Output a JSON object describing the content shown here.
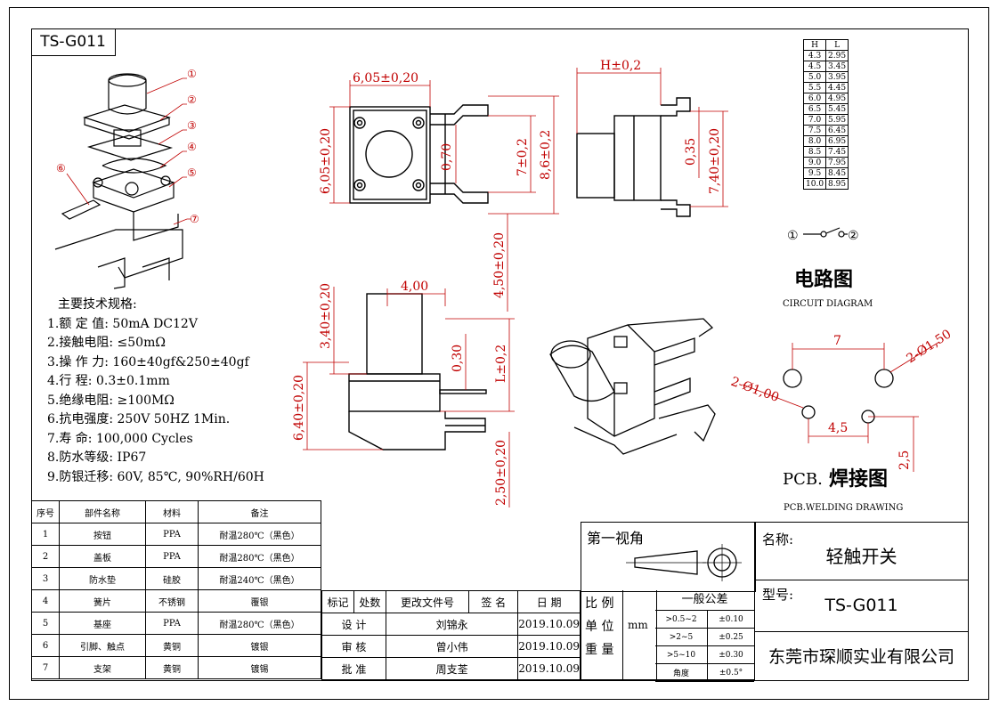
{
  "model_tag": "TS-G011",
  "parts_callouts": [
    "①",
    "②",
    "③",
    "④",
    "⑤",
    "⑥",
    "⑦"
  ],
  "dimensions": {
    "top": [
      "6,05±0,20",
      "6,05±0,20",
      "0,70",
      "7±0,2",
      "8,6±0,2",
      "4,50±0,20"
    ],
    "side": [
      "H±0,2",
      "0,35",
      "7,40±0,20"
    ],
    "front": [
      "4,00",
      "3,40±0,20",
      "0,30",
      "L±0,2",
      "6,40±0,20",
      "2,50±0,20"
    ]
  },
  "hl_table": {
    "headers": [
      "H",
      "L"
    ],
    "rows": [
      [
        "4.3",
        "2.95"
      ],
      [
        "4.5",
        "3.45"
      ],
      [
        "5.0",
        "3.95"
      ],
      [
        "5.5",
        "4.45"
      ],
      [
        "6.0",
        "4.95"
      ],
      [
        "6.5",
        "5.45"
      ],
      [
        "7.0",
        "5.95"
      ],
      [
        "7.5",
        "6.45"
      ],
      [
        "8.0",
        "6.95"
      ],
      [
        "8.5",
        "7.45"
      ],
      [
        "9.0",
        "7.95"
      ],
      [
        "9.5",
        "8.45"
      ],
      [
        "10.0",
        "8.95"
      ]
    ]
  },
  "circuit": {
    "left": "①",
    "right": "②",
    "title": "电路图",
    "subtitle": "CIRCUIT DIAGRAM"
  },
  "pcb": {
    "dim_7": "7",
    "dim_150": "2-Ø1,50",
    "dim_100": "2-Ø1,00",
    "dim_45": "4,5",
    "dim_25": "2,5",
    "title_prefix": "PCB.",
    "title_cn": "焊接图",
    "subtitle": "PCB.WELDING DRAWING"
  },
  "specs": {
    "heading": "主要技术规格:",
    "items": [
      "1.额 定 值: 50mA DC12V",
      "2.接触电阻: ≤50mΩ",
      "3.操 作 力: 160±40gf&250±40gf",
      "4.行    程: 0.3±0.1mm",
      "5.绝缘电阻: ≥100MΩ",
      "6.抗电强度: 250V 50HZ 1Min.",
      "7.寿    命: 100,000 Cycles",
      "8.防水等级: IP67",
      "9.防银迁移: 60V, 85℃, 90%RH/60H"
    ]
  },
  "parts_table": {
    "headers": [
      "序号",
      "部件名称",
      "材料",
      "备注"
    ],
    "rows": [
      [
        "1",
        "按钮",
        "PPA",
        "耐温280℃（黑色）"
      ],
      [
        "2",
        "盖板",
        "PPA",
        "耐温280℃（黑色）"
      ],
      [
        "3",
        "防水垫",
        "硅胶",
        "耐温240℃（黑色）"
      ],
      [
        "4",
        "簧片",
        "不锈钢",
        "覆银"
      ],
      [
        "5",
        "基座",
        "PPA",
        "耐温280℃（黑色）"
      ],
      [
        "6",
        "引脚、触点",
        "黄铜",
        "镀银"
      ],
      [
        "7",
        "支架",
        "黄铜",
        "镀锡"
      ]
    ]
  },
  "revision": {
    "headers": [
      "标记",
      "处数",
      "更改文件号",
      "签 名",
      "日 期"
    ],
    "rows": [
      [
        "设  计",
        "刘锦永",
        "2019.10.09"
      ],
      [
        "审  核",
        "曾小伟",
        "2019.10.09"
      ],
      [
        "批  准",
        "周支荃",
        "2019.10.09"
      ]
    ]
  },
  "projection": {
    "label": "第一视角"
  },
  "scale": {
    "label_ratio": "比 例",
    "label_unit": "单 位",
    "unit": "mm",
    "label_weight": "重 量"
  },
  "tolerance": {
    "title": "一般公差",
    "rows": [
      [
        ">0.5~2",
        "±0.10"
      ],
      [
        ">2~5",
        "±0.25"
      ],
      [
        ">5~10",
        "±0.30"
      ],
      [
        "角度",
        "±0.5°"
      ]
    ]
  },
  "title_block": {
    "name_label": "名称:",
    "name": "轻触开关",
    "model_label": "型号:",
    "model": "TS-G011",
    "company": "东莞市琛顺实业有限公司"
  }
}
